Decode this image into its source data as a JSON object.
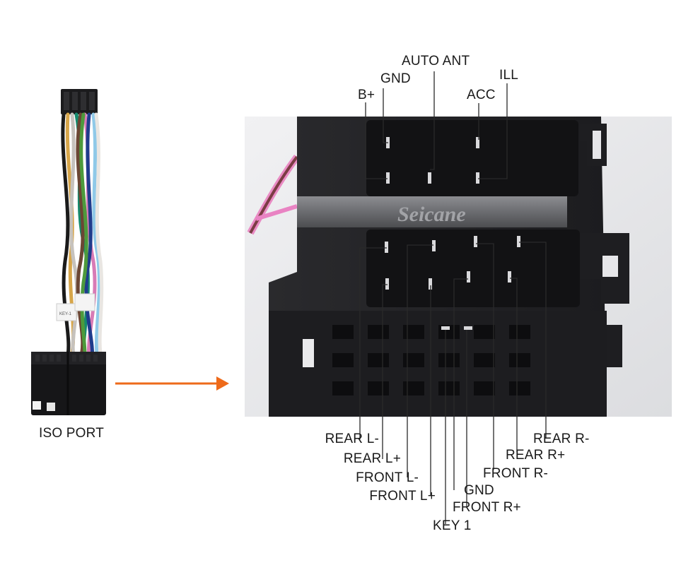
{
  "iso_port_label": "ISO PORT",
  "brand_watermark": "Seicane",
  "harness_tag_text": "KEY-1",
  "arrow_color": "#ee6a1a",
  "top_labels": {
    "b_plus": "B+",
    "gnd": "GND",
    "auto_ant": "AUTO ANT",
    "acc": "ACC",
    "ill": "ILL"
  },
  "bottom_labels": {
    "rear_l_minus": "REAR L-",
    "rear_l_plus": "REAR L+",
    "front_l_minus": "FRONT L-",
    "front_l_plus": "FRONT L+",
    "gnd": "GND",
    "front_r_plus": "FRONT R+",
    "key1": "KEY 1",
    "front_r_minus": "FRONT R-",
    "rear_r_plus": "REAR R+",
    "rear_r_minus": "REAR R-"
  }
}
